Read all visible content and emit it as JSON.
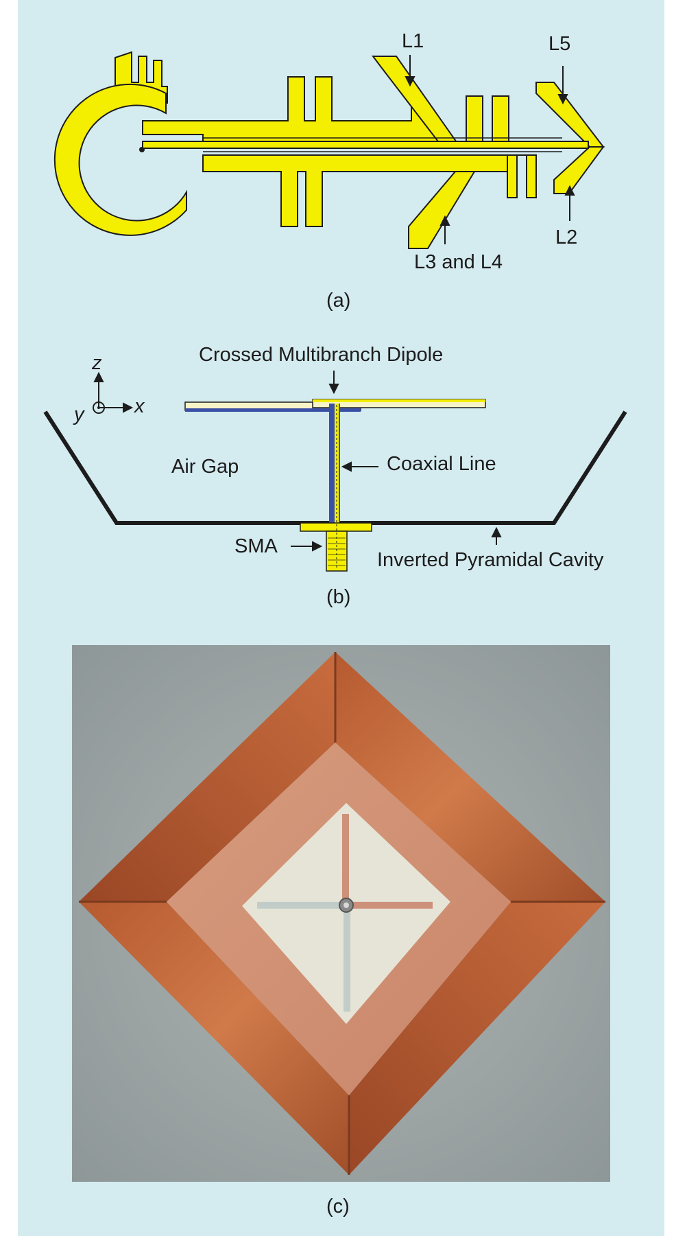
{
  "panel_a": {
    "caption": "(a)",
    "labels": {
      "l1": "L1",
      "l5": "L5",
      "l2": "L2",
      "l3_l4": "L3 and L4"
    }
  },
  "panel_b": {
    "caption": "(b)",
    "labels": {
      "dipole": "Crossed Multibranch Dipole",
      "air_gap": "Air Gap",
      "coaxial_line": "Coaxial Line",
      "sma": "SMA",
      "cavity": "Inverted Pyramidal Cavity"
    },
    "axes": {
      "z": "z",
      "y": "y",
      "x": "x"
    }
  },
  "panel_c": {
    "caption": "(c)"
  },
  "colors": {
    "background": "#d4ebef",
    "trace_yellow": "#f4ee00",
    "substrate_blue": "#3a4fa6",
    "copper": "#c66a3c",
    "outline": "#1c1c1c"
  }
}
